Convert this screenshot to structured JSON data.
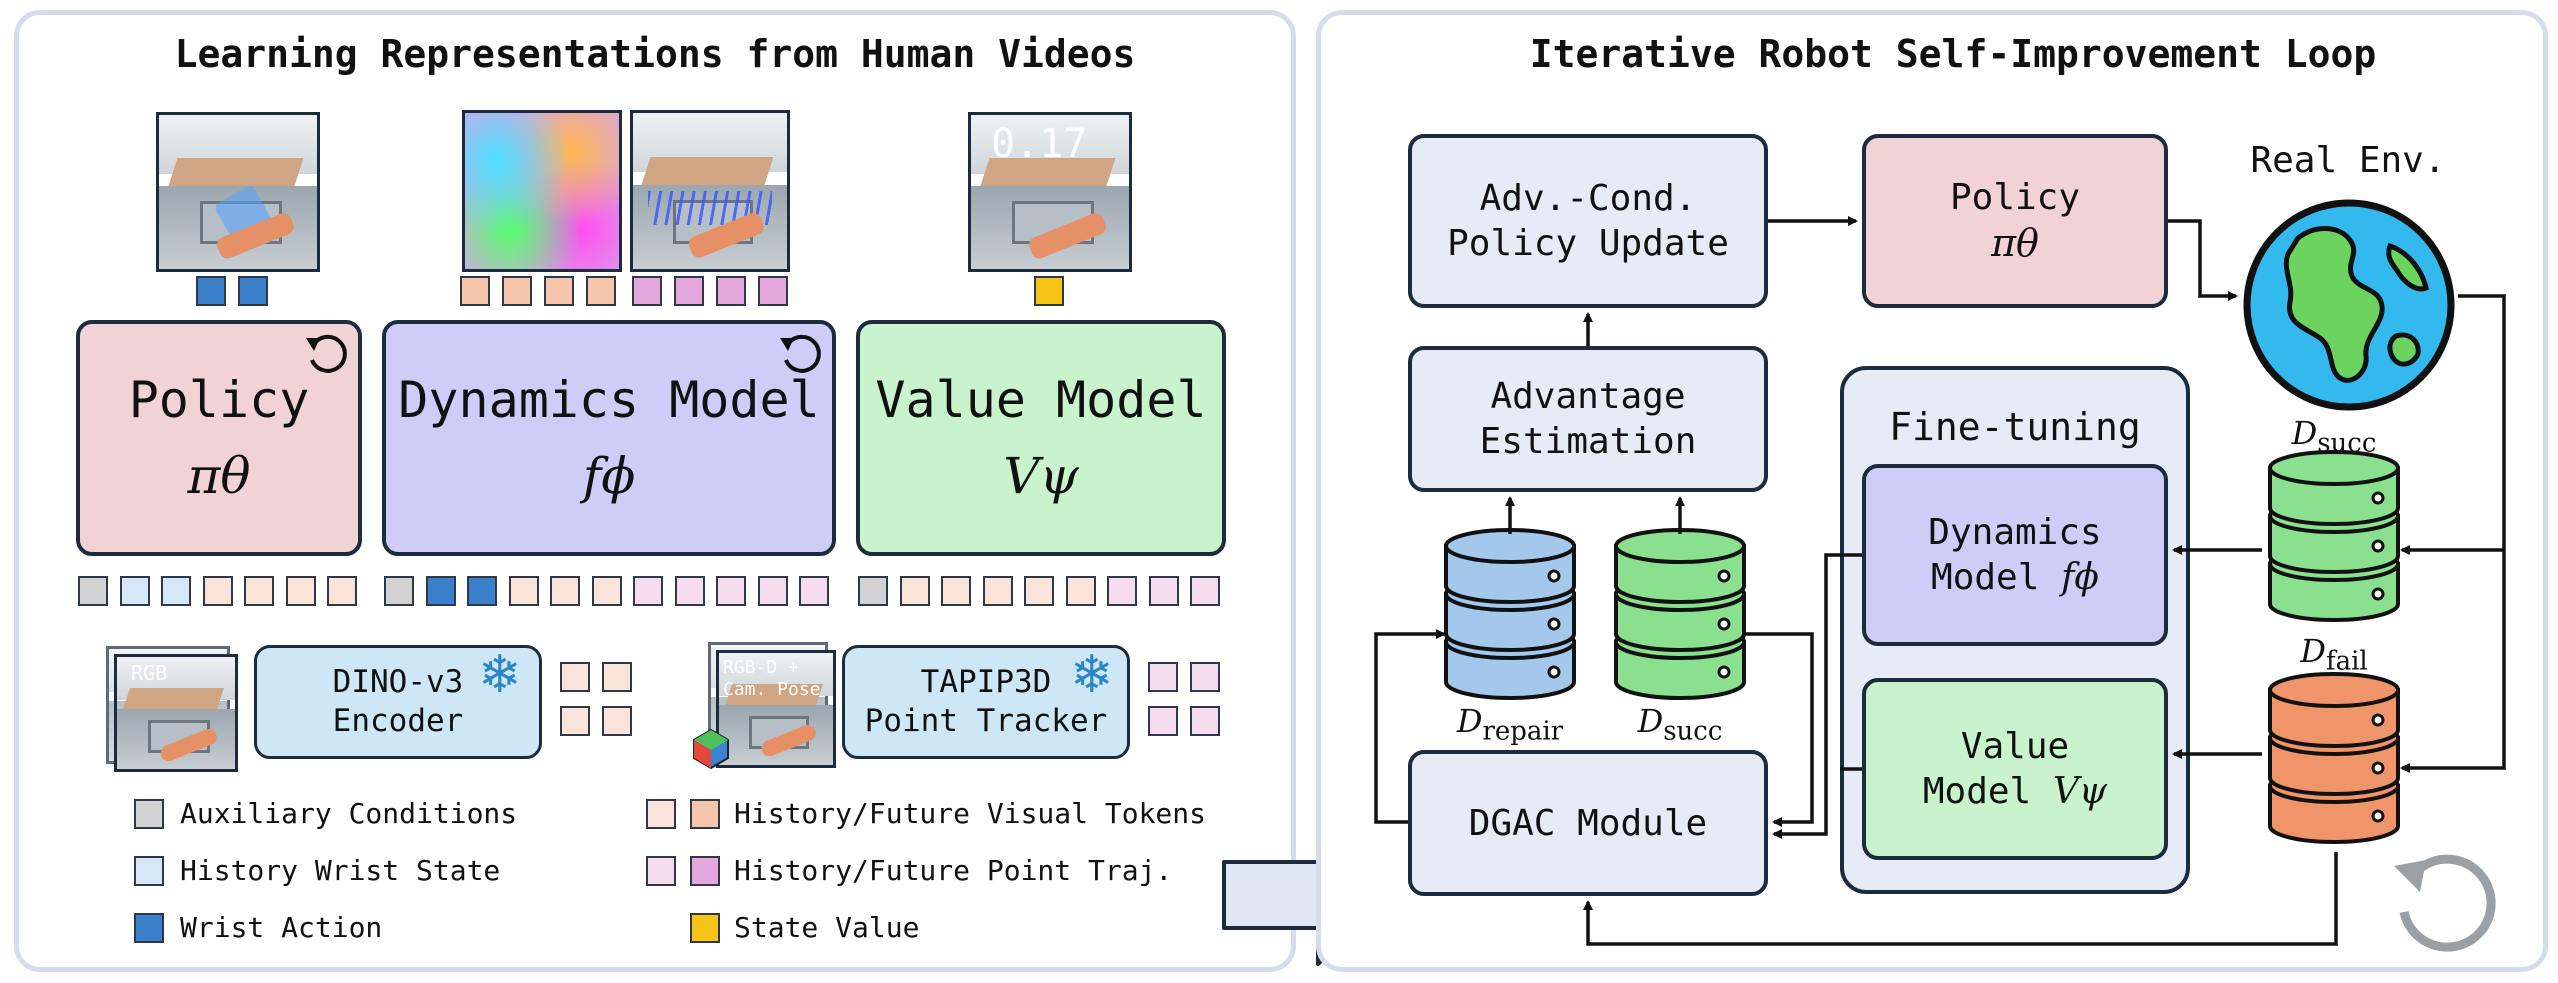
{
  "left_panel": {
    "title": "Learning Representations from Human Videos",
    "policy": {
      "name": "Policy",
      "symbol": "πθ"
    },
    "dynamics": {
      "name": "Dynamics Model",
      "symbol": "fϕ"
    },
    "value": {
      "name": "Value Model",
      "symbol": "Vψ"
    },
    "value_overlay": "0.17",
    "rgb_label": "RGB",
    "rgbd_label_1": "RGB-D +",
    "rgbd_label_2": "Cam. Pose",
    "dino": {
      "line1": "DINO-v3",
      "line2": "Encoder"
    },
    "tapip": {
      "line1": "TAPIP3D",
      "line2": "Point Tracker"
    },
    "legend": [
      {
        "label": "Auxiliary Conditions"
      },
      {
        "label": "History Wrist State"
      },
      {
        "label": "Wrist Action"
      },
      {
        "label": "History/Future Visual Tokens"
      },
      {
        "label": "History/Future Point Traj."
      },
      {
        "label": "State Value"
      }
    ]
  },
  "right_panel": {
    "title": "Iterative Robot Self-Improvement Loop",
    "adv_update": {
      "line1": "Adv.-Cond.",
      "line2": "Policy Update"
    },
    "policy": {
      "line1": "Policy",
      "symbol": "πθ"
    },
    "real_env": "Real Env.",
    "adv_est": {
      "line1": "Advantage",
      "line2": "Estimation"
    },
    "finetune_title": "Fine-tuning",
    "ft_dynamics": {
      "line1": "Dynamics",
      "line2": "Model",
      "symbol": "fϕ"
    },
    "ft_value": {
      "line1": "Value",
      "line2": "Model",
      "symbol": "Vψ"
    },
    "dgac": "DGAC Module",
    "datasets": {
      "repair": {
        "base": "D",
        "sub": "repair"
      },
      "succ_left": {
        "base": "D",
        "sub": "succ"
      },
      "succ_right": {
        "base": "D",
        "sub": "succ"
      },
      "fail": {
        "base": "D",
        "sub": "fail"
      }
    }
  },
  "colors": {
    "policy_fill": "#f1d3d6",
    "dynamics_fill": "#cfcdf7",
    "value_fill": "#c9f3cd",
    "neutral_fill": "#e6ebf6",
    "aux_token": "#d3d3d3",
    "wrist_state_token": "#d6e8f7",
    "wrist_action_token": "#3a7fc9",
    "visual_hist_token": "#fbe4d9",
    "visual_future_token": "#f6c6ac",
    "point_hist_token": "#f6dcef",
    "point_future_token": "#e4a8dc",
    "state_value_token": "#f6c518",
    "db_blue": "#a4c8ec",
    "db_green": "#8be08f",
    "db_orange": "#f0946a"
  },
  "icons": [
    "refresh-icon",
    "snowflake-icon",
    "earth-globe-icon",
    "database-icon",
    "loop-icon",
    "big-arrow-icon"
  ]
}
